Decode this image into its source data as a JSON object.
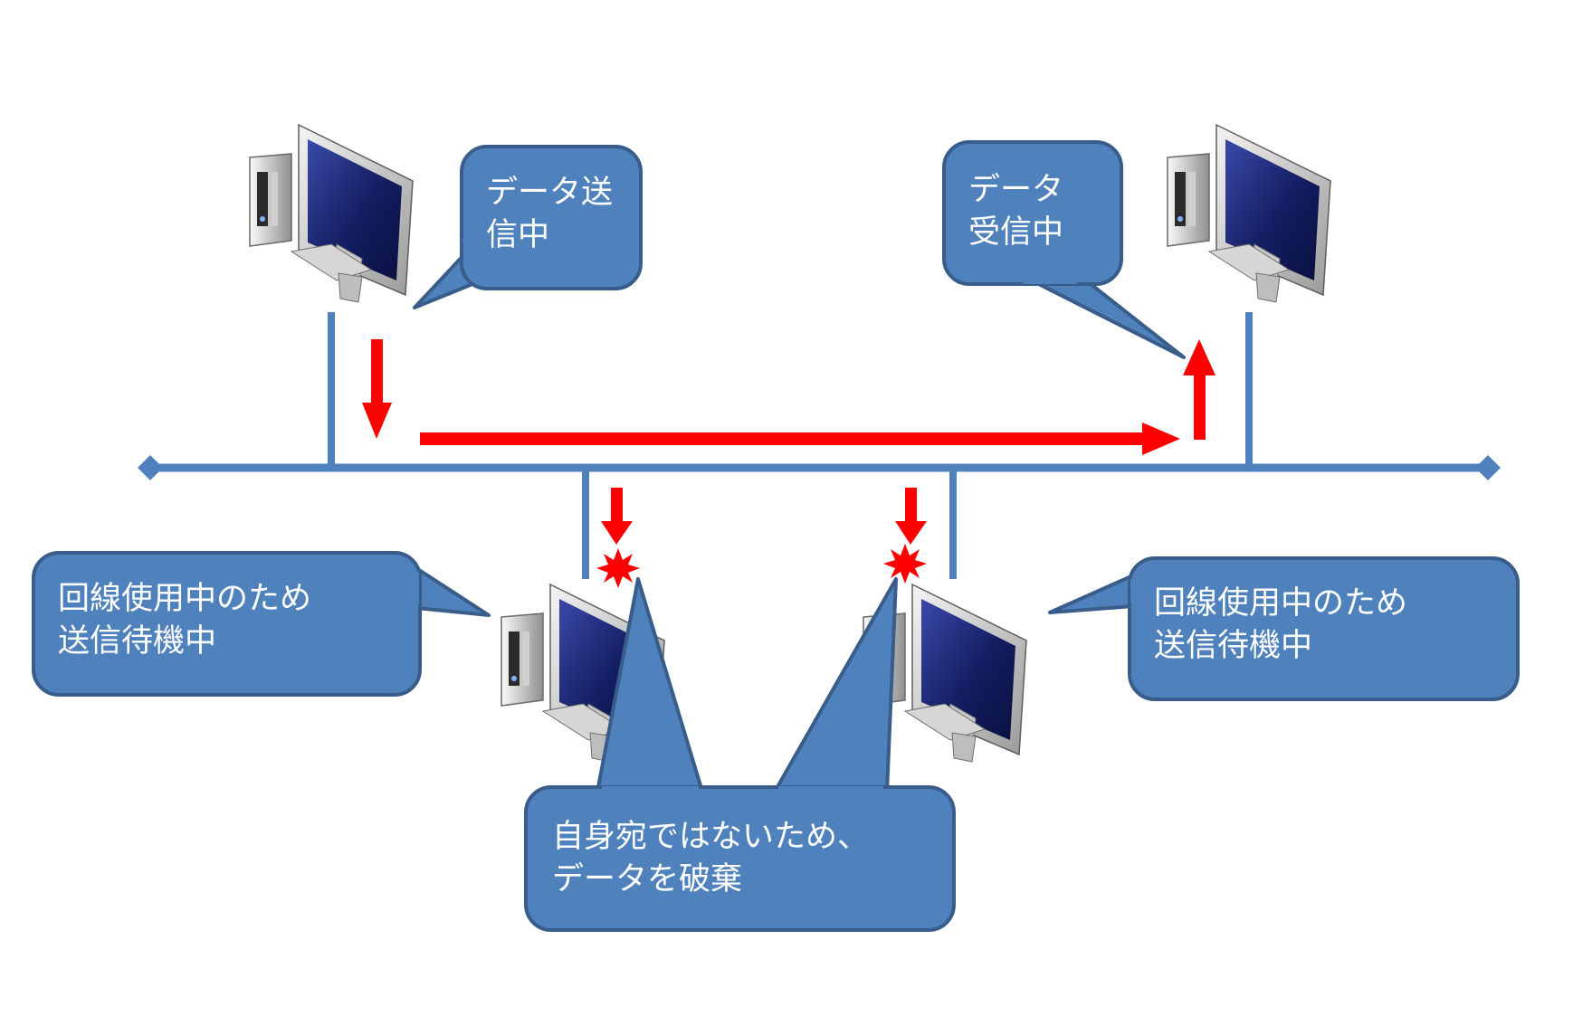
{
  "colors": {
    "bus": "#4f81bd",
    "callout_fill": "#4f81bd",
    "callout_stroke": "#385d8a",
    "signal_arrow": "#ff0000",
    "collision_burst": "#ff0000",
    "callout_text": "#ffffff"
  },
  "nodes": [
    {
      "id": "sender",
      "icon": "desktop-computer-icon",
      "role": "sending"
    },
    {
      "id": "receiver",
      "icon": "desktop-computer-icon",
      "role": "receiving"
    },
    {
      "id": "waiting-left",
      "icon": "desktop-computer-icon",
      "role": "waiting"
    },
    {
      "id": "waiting-right",
      "icon": "desktop-computer-icon",
      "role": "waiting"
    }
  ],
  "callouts": {
    "sender": {
      "line1": "データ送",
      "line2": "信中"
    },
    "receiver": {
      "line1": "データ",
      "line2": "受信中"
    },
    "waiting_left": {
      "line1": "回線使用中のため",
      "line2": "送信待機中"
    },
    "waiting_right": {
      "line1": "回線使用中のため",
      "line2": "送信待機中"
    },
    "discard": {
      "line1": "自身宛ではないため、",
      "line2": "データを破棄"
    }
  }
}
